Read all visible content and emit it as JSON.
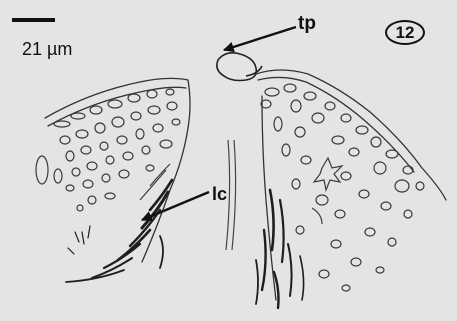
{
  "figure": {
    "scale_bar_label": "21 µm",
    "panel_number": "12",
    "labels": {
      "tp": "tp",
      "lc": "lc"
    }
  },
  "colors": {
    "background": "#e4e4e4",
    "ink": "#111111"
  }
}
